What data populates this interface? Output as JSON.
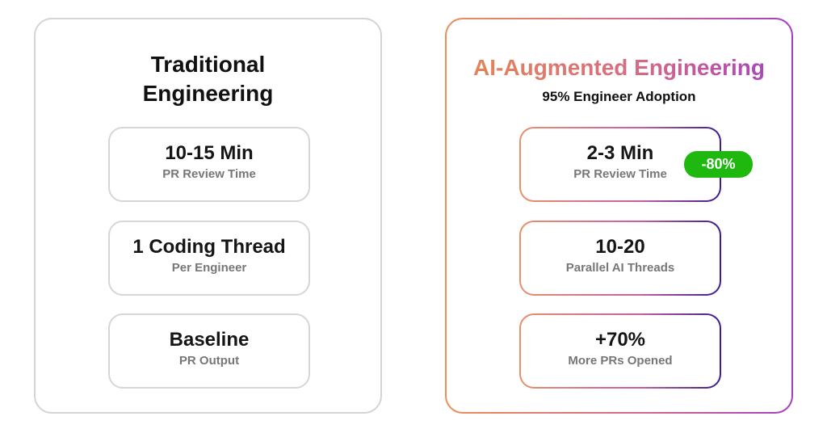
{
  "traditional": {
    "title_line1": "Traditional",
    "title_line2": "Engineering",
    "cards": [
      {
        "value": "10-15 Min",
        "label": "PR Review Time"
      },
      {
        "value": "1 Coding Thread",
        "label": "Per Engineer"
      },
      {
        "value": "Baseline",
        "label": "PR Output"
      }
    ]
  },
  "ai": {
    "title": "AI-Augmented Engineering",
    "subtitle": "95% Engineer Adoption",
    "badge": "-80%",
    "cards": [
      {
        "value": "2-3 Min",
        "label": "PR Review Time"
      },
      {
        "value": "10-20",
        "label": "Parallel AI Threads"
      },
      {
        "value": "+70%",
        "label": "More PRs Opened"
      }
    ]
  },
  "colors": {
    "gradient_start": "#e8905a",
    "gradient_end": "#a53fc2",
    "badge": "#1fb80e"
  }
}
